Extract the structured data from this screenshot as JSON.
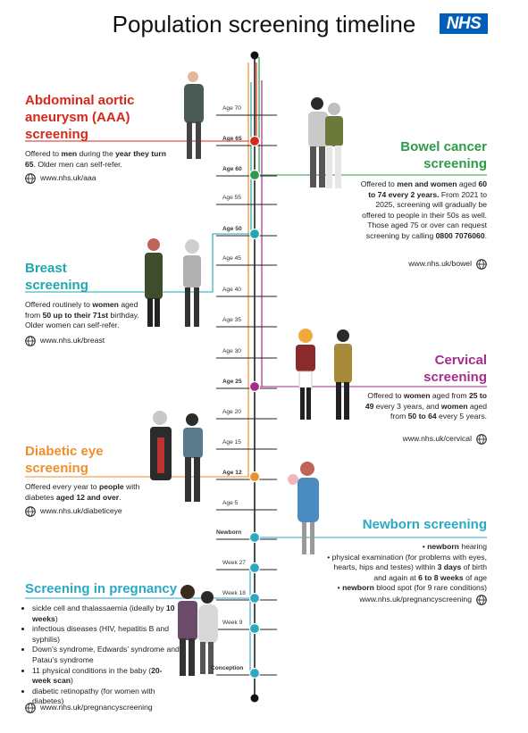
{
  "title": "Population screening timeline",
  "logo": "NHS",
  "colors": {
    "aaa": "#d5281b",
    "bowel": "#2e9a4a",
    "breast": "#1ea7b0",
    "cervical": "#a52d8c",
    "diabetic": "#ee8f2b",
    "newborn": "#2aa8c4",
    "pregnancy": "#2aa8c4"
  },
  "icons": [
    "globe-icon"
  ],
  "timeline": {
    "labels": [
      {
        "text": "Age 70",
        "bold": false
      },
      {
        "text": "Age 65",
        "bold": true
      },
      {
        "text": "Age 60",
        "bold": true
      },
      {
        "text": "Age 55",
        "bold": false
      },
      {
        "text": "Age 50",
        "bold": true
      },
      {
        "text": "Age 45",
        "bold": false
      },
      {
        "text": "Age 40",
        "bold": false
      },
      {
        "text": "Age 35",
        "bold": false
      },
      {
        "text": "Age 30",
        "bold": false
      },
      {
        "text": "Age 25",
        "bold": true
      },
      {
        "text": "Age 20",
        "bold": false
      },
      {
        "text": "Age 15",
        "bold": false
      },
      {
        "text": "Age 12",
        "bold": true
      },
      {
        "text": "Age 5",
        "bold": false
      },
      {
        "text": "Newborn",
        "bold": true
      },
      {
        "text": "Week 27",
        "bold": false
      },
      {
        "text": "Week 18",
        "bold": false
      },
      {
        "text": "Week 9",
        "bold": false
      },
      {
        "text": "Conception",
        "bold": true
      }
    ]
  },
  "aaa": {
    "title_lines": [
      "Abdominal aortic",
      "aneurysm (AAA)",
      "screening"
    ],
    "t1": "Offered to ",
    "b1": "men",
    "t2": " during the ",
    "b2": "year they turn 65",
    "t3": ". Older men can self-refer.",
    "link": "www.nhs.uk/aaa"
  },
  "bowel": {
    "title_lines": [
      "Bowel cancer",
      "screening"
    ],
    "t1": "Offered to ",
    "b1": "men and women",
    "t2": " aged ",
    "b2": "60 to 74 every 2 years.",
    "t3": " From 2021 to 2025, screening will gradually be offered to people in their 50s as well. Those aged 75 or over can request screening by calling ",
    "b3": "0800 7076060",
    "t4": ".",
    "link": "www.nhs.uk/bowel"
  },
  "breast": {
    "title_lines": [
      "Breast",
      "screening"
    ],
    "t1": "Offered routinely to ",
    "b1": "women",
    "t2": " aged from ",
    "b2": "50 up to their 71st",
    "t3": " birthday. Older women can self-refer.",
    "link": "www.nhs.uk/breast"
  },
  "cervical": {
    "title_lines": [
      "Cervical",
      "screening"
    ],
    "t1": "Offered to ",
    "b1": "women",
    "t2": " aged from ",
    "b2": "25 to 49",
    "t3": " every 3 years, and ",
    "b3": "women",
    "t4": " aged from ",
    "b4": "50 to 64",
    "t5": " every 5 years.",
    "link": "www.nhs.uk/cervical"
  },
  "diabetic": {
    "title_lines": [
      "Diabetic eye",
      "screening"
    ],
    "t1": "Offered every year to ",
    "b1": "people",
    "t2": " with diabetes ",
    "b2": "aged 12 and over",
    "t3": ".",
    "link": "www.nhs.uk/diabeticeye"
  },
  "newborn": {
    "title": "Newborn screening",
    "i1b": "newborn",
    "i1t": " hearing",
    "i2t1": "physical examination (for problems with eyes, hearts, hips and testes) within ",
    "i2b1": "3 days",
    "i2t2": " of birth and again at ",
    "i2b2": "6 to 8 weeks",
    "i2t3": " of age",
    "i3b": "newborn",
    "i3t": " blood spot (for 9 rare conditions)",
    "link": "www.nhs.uk/pregnancyscreening"
  },
  "pregnancy": {
    "title": "Screening in pregnancy",
    "i1t": "sickle cell and thalassaemia (ideally by ",
    "i1b": "10 weeks",
    "i1e": ")",
    "i2": "infectious diseases (HIV, hepatitis B and syphilis)",
    "i3": "Down’s syndrome, Edwards’ syndrome and Patau’s syndrome",
    "i4t": "11 physical conditions in the baby (",
    "i4b": "20-week scan",
    "i4e": ")",
    "i5": "diabetic retinopathy (for women with diabetes)",
    "link": "www.nhs.uk/pregnancyscreening"
  }
}
